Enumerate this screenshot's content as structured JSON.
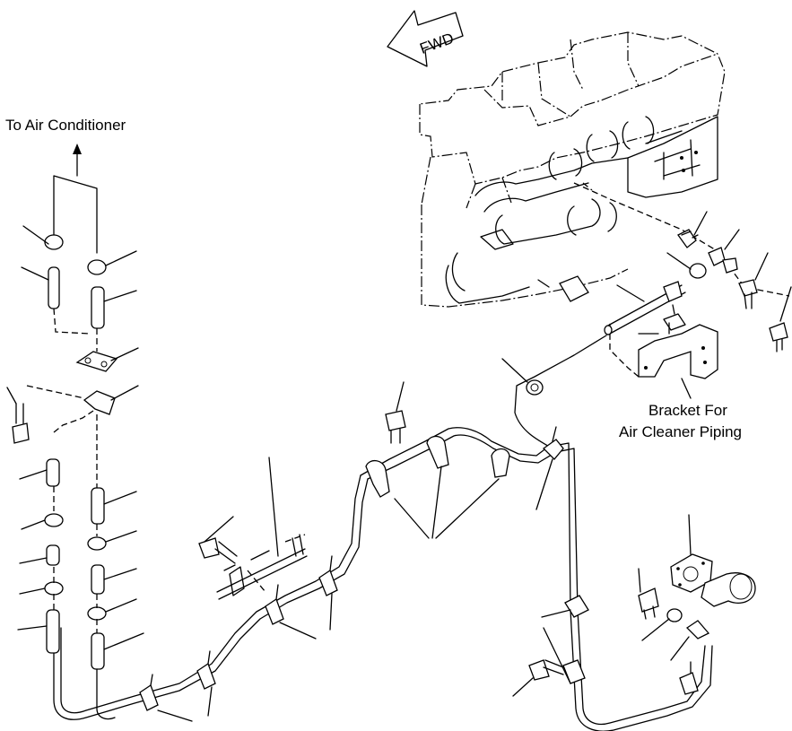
{
  "labels": {
    "fwd": "FWD",
    "to_air_conditioner": "To Air Conditioner",
    "bracket_line1": "Bracket For",
    "bracket_line2": "Air Cleaner Piping"
  },
  "colors": {
    "line": "#000000",
    "background": "#ffffff"
  }
}
